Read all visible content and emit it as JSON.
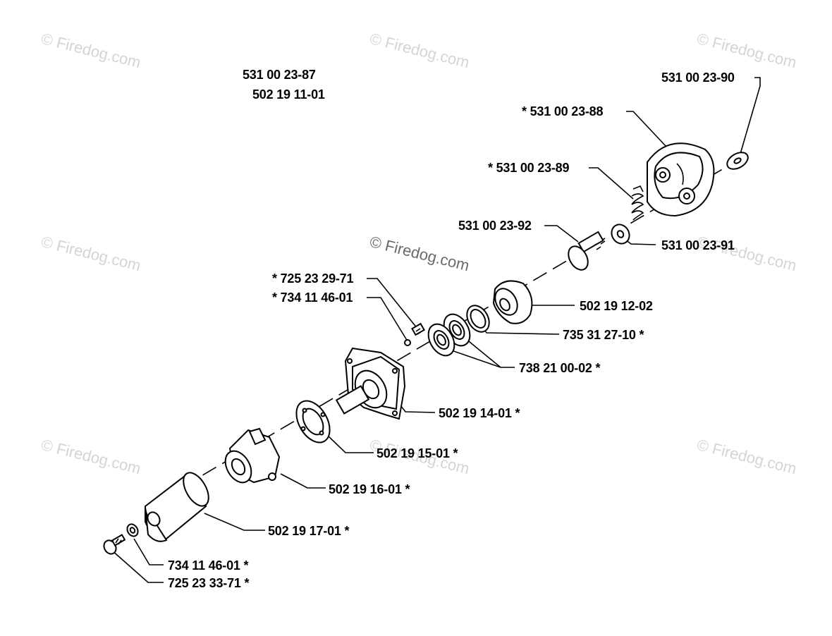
{
  "watermark": {
    "text": "© Firedog.com"
  },
  "header_numbers": [
    "531 00 23-87",
    "502 19 11-01"
  ],
  "parts": [
    {
      "id": "p1",
      "label": "531 00 23-90"
    },
    {
      "id": "p2",
      "label": "* 531 00 23-88"
    },
    {
      "id": "p3",
      "label": "* 531 00 23-89"
    },
    {
      "id": "p4",
      "label": "531 00 23-92"
    },
    {
      "id": "p5",
      "label": "531 00 23-91"
    },
    {
      "id": "p6",
      "label": "* 725 23 29-71"
    },
    {
      "id": "p7",
      "label": "* 734 11 46-01"
    },
    {
      "id": "p8",
      "label": "502 19 12-02"
    },
    {
      "id": "p9",
      "label": "735 31 27-10 *"
    },
    {
      "id": "p10",
      "label": "738 21 00-02 *"
    },
    {
      "id": "p11",
      "label": "502 19 14-01 *"
    },
    {
      "id": "p12",
      "label": "502 19 15-01 *"
    },
    {
      "id": "p13",
      "label": "502 19 16-01 *"
    },
    {
      "id": "p14",
      "label": "502 19 17-01 *"
    },
    {
      "id": "p15",
      "label": "734 11 46-01 *"
    },
    {
      "id": "p16",
      "label": "725 23 33-71 *"
    }
  ]
}
